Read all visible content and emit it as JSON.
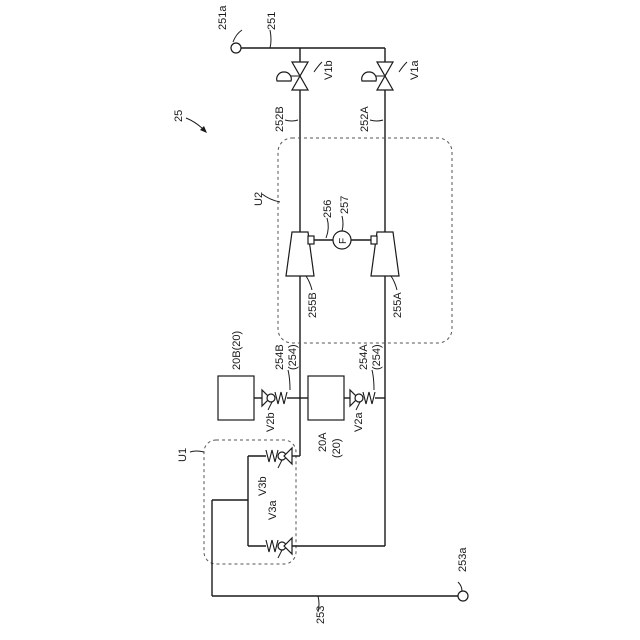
{
  "labels": {
    "system": "25",
    "port_top": "251a",
    "line_top": "251",
    "valve_1b": "V1b",
    "valve_1a": "V1a",
    "line_252b": "252B",
    "line_252a": "252A",
    "unit_u2": "U2",
    "ref_256": "256",
    "ref_257": "257",
    "flow_f": "F",
    "pump_255b": "255B",
    "pump_255a": "255A",
    "tank_20b": "20B(20)",
    "check_254b": "254B",
    "check_254b_sub": "(254)",
    "check_254a": "254A",
    "check_254a_sub": "(254)",
    "valve_v2b": "V2b",
    "valve_v2a": "V2a",
    "tank_20a": "20A",
    "tank_20a_sub": "(20)",
    "unit_u1": "U1",
    "valve_v3b": "V3b",
    "valve_v3a": "V3a",
    "port_bottom": "253a",
    "line_bottom": "253"
  }
}
